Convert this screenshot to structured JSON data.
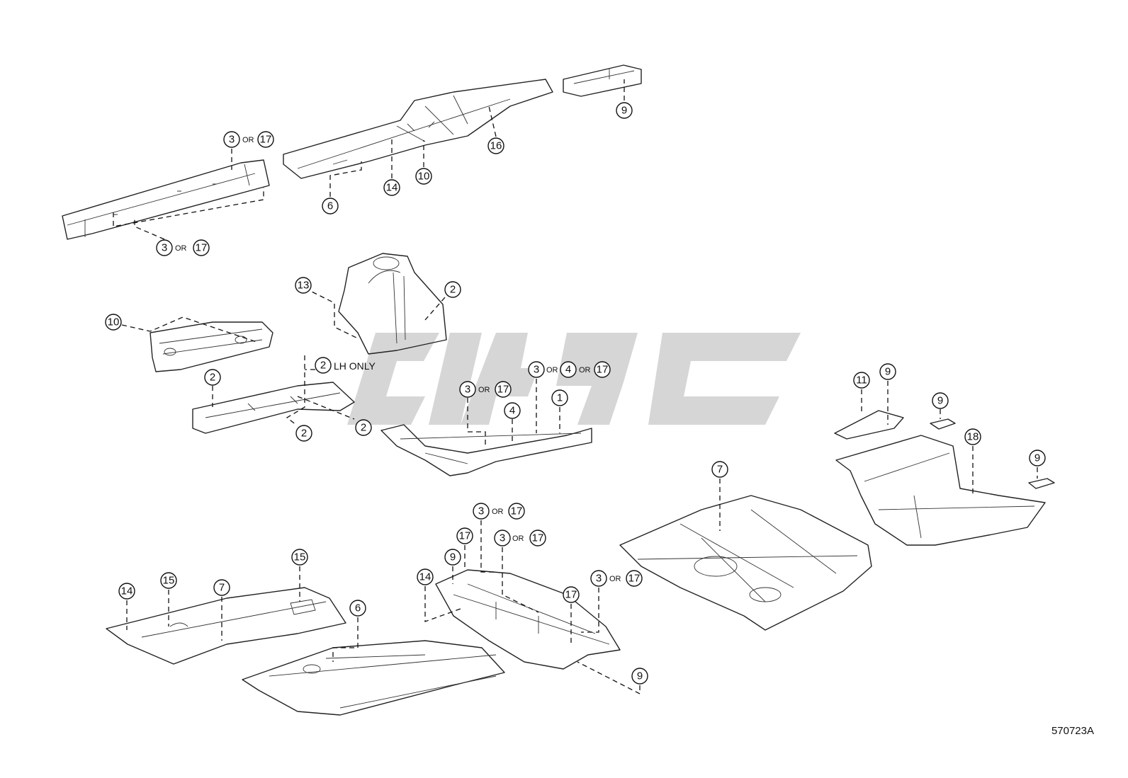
{
  "drawing_id": "570723A",
  "connector_word": "OR",
  "note_lh_only": "LH ONLY",
  "callouts": [
    {
      "id": "c1",
      "label": "1"
    },
    {
      "id": "c2a",
      "label": "2"
    },
    {
      "id": "c2b",
      "label": "2"
    },
    {
      "id": "c2c",
      "label": "2"
    },
    {
      "id": "c2d",
      "label": "2"
    },
    {
      "id": "c2e",
      "label": "2"
    },
    {
      "id": "c3a",
      "label": "3",
      "alternates": [
        "17"
      ]
    },
    {
      "id": "c3b",
      "label": "3",
      "alternates": [
        "17"
      ]
    },
    {
      "id": "c3c",
      "label": "3",
      "alternates": [
        "17"
      ]
    },
    {
      "id": "c3d",
      "label": "3",
      "alternates": [
        "4",
        "17"
      ]
    },
    {
      "id": "c3e",
      "label": "3",
      "alternates": [
        "17"
      ]
    },
    {
      "id": "c3f",
      "label": "3",
      "alternates": [
        "17"
      ]
    },
    {
      "id": "c3g",
      "label": "3",
      "alternates": [
        "17"
      ]
    },
    {
      "id": "c4",
      "label": "4"
    },
    {
      "id": "c6a",
      "label": "6"
    },
    {
      "id": "c6b",
      "label": "6"
    },
    {
      "id": "c7a",
      "label": "7"
    },
    {
      "id": "c7b",
      "label": "7"
    },
    {
      "id": "c9a",
      "label": "9"
    },
    {
      "id": "c9b",
      "label": "9"
    },
    {
      "id": "c9c",
      "label": "9"
    },
    {
      "id": "c9d",
      "label": "9"
    },
    {
      "id": "c9e",
      "label": "9"
    },
    {
      "id": "c9f",
      "label": "9"
    },
    {
      "id": "c10a",
      "label": "10"
    },
    {
      "id": "c10b",
      "label": "10"
    },
    {
      "id": "c11",
      "label": "11"
    },
    {
      "id": "c13",
      "label": "13"
    },
    {
      "id": "c14a",
      "label": "14"
    },
    {
      "id": "c14b",
      "label": "14"
    },
    {
      "id": "c14c",
      "label": "14"
    },
    {
      "id": "c15a",
      "label": "15"
    },
    {
      "id": "c15b",
      "label": "15"
    },
    {
      "id": "c16",
      "label": "16"
    },
    {
      "id": "c17a",
      "label": "17"
    },
    {
      "id": "c17b",
      "label": "17"
    },
    {
      "id": "c18",
      "label": "18"
    }
  ]
}
